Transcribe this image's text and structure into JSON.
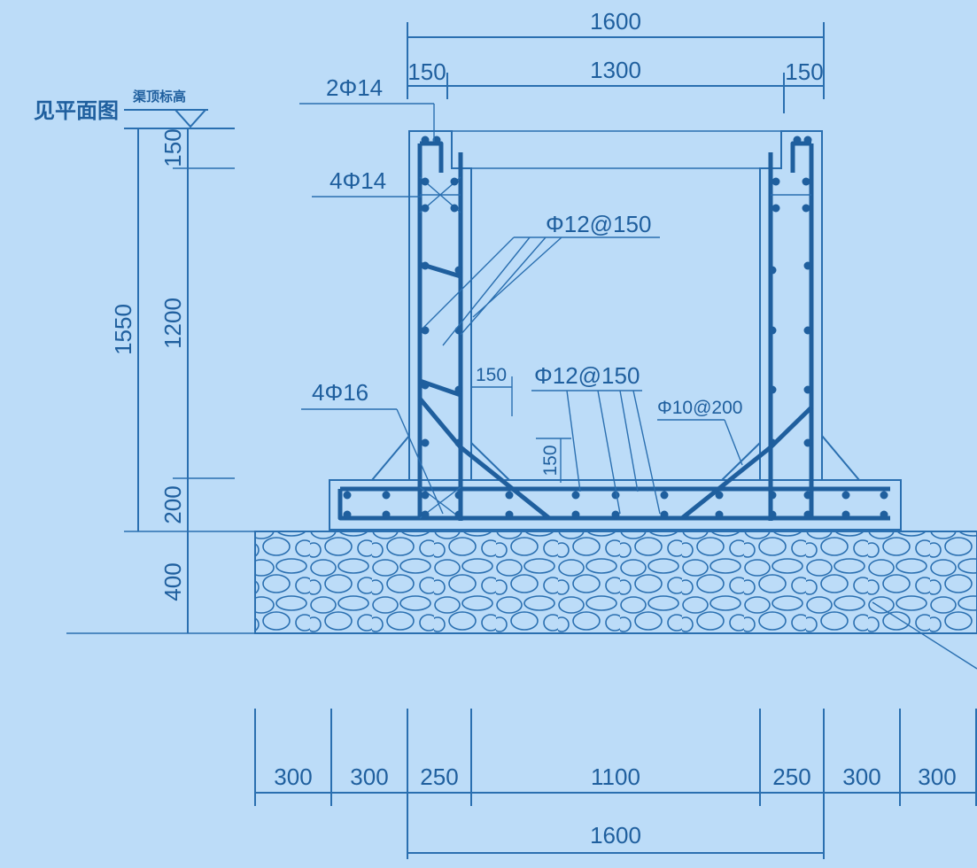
{
  "colors": {
    "background": "#bcdcf8",
    "line": "#2a6fb0",
    "accent": "#1f5f9e"
  },
  "top_dimensions": {
    "overall": "1600",
    "left_wall": "150",
    "inner_span": "1300",
    "right_wall": "150"
  },
  "left_dimensions": {
    "overall_height": "1550",
    "top_beam": "150",
    "wall_height": "1200",
    "base_slab": "200",
    "foundation": "400"
  },
  "bottom_dimensions": {
    "segments": [
      "300",
      "300",
      "250",
      "1100",
      "250",
      "300",
      "300"
    ],
    "overall": "1600"
  },
  "labels": {
    "plan_reference": "见平面图",
    "channel_top_elevation": "渠顶标高",
    "top_rebar": "2Φ14",
    "beam_rebar": "4Φ14",
    "wall_rebar": "Φ12@150",
    "haunch_rebar": "4Φ16",
    "slab_rebar": "Φ12@150",
    "stirrup": "Φ10@200",
    "haunch_width": "150",
    "haunch_height": "150"
  }
}
